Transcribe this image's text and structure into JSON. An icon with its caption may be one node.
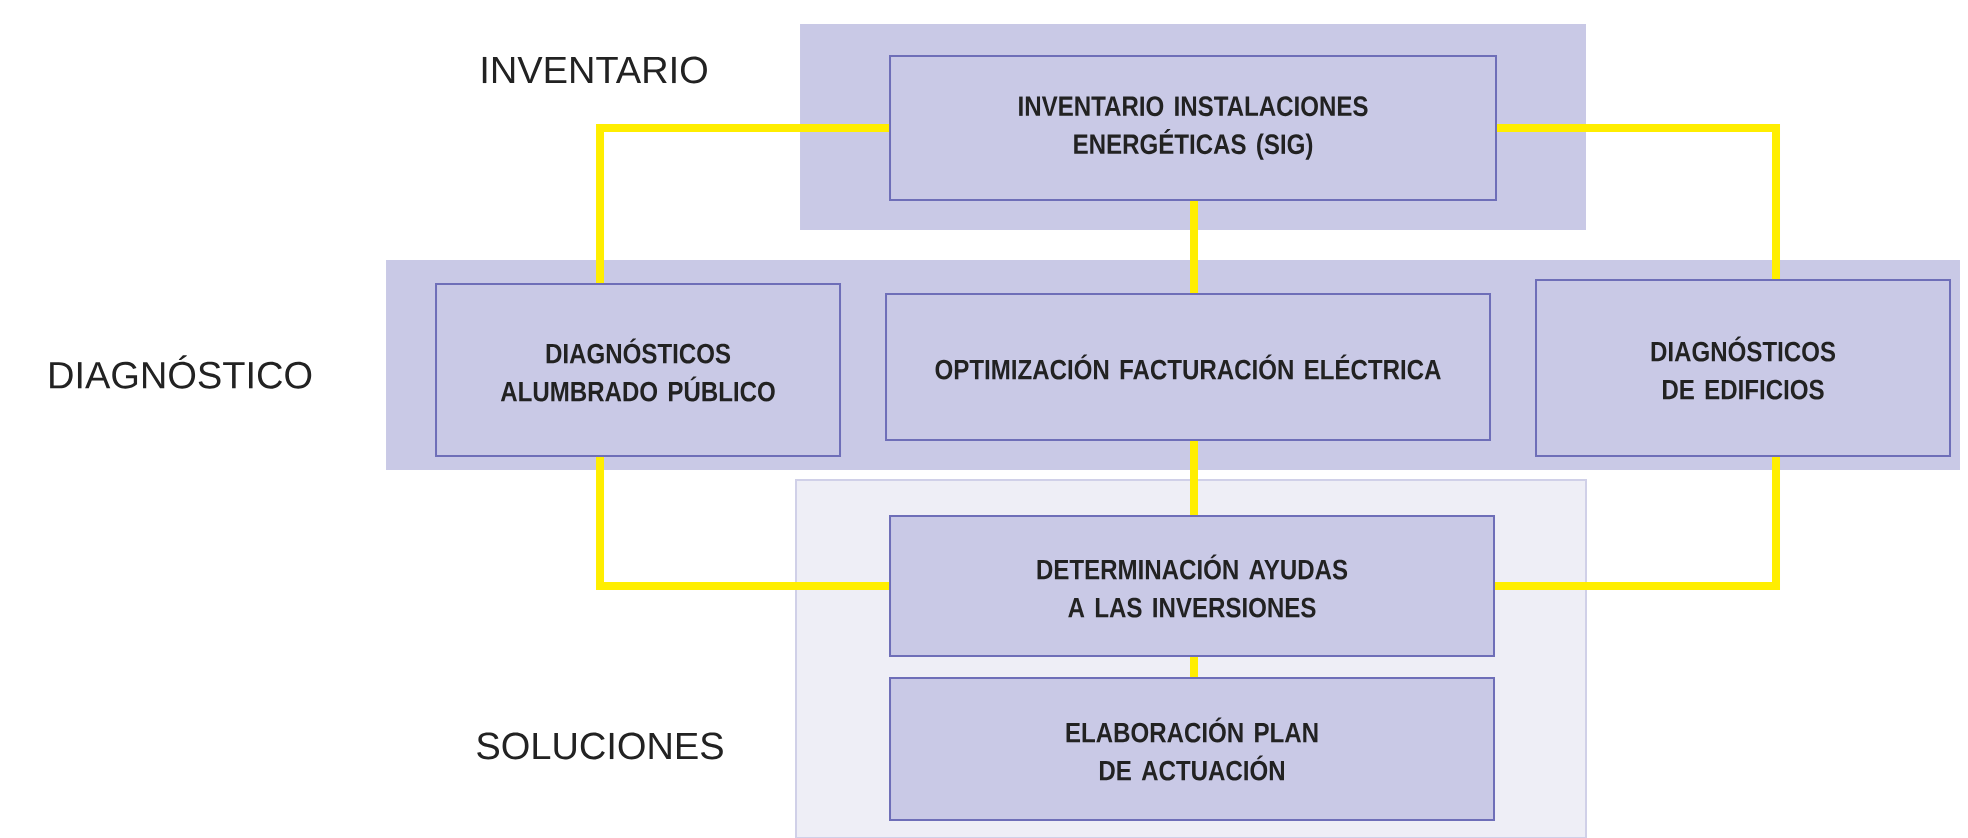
{
  "diagram": {
    "nodes": [
      {
        "text": [
          "INVENTARIO"
        ]
      },
      {
        "text": [
          "INVENTARIO INSTALACIONES ENERGÉTICAS (SIG)"
        ],
        "in": 0
      },
      {
        "text": [
          "DIAGNÓSTICO"
        ]
      },
      {
        "text": [
          "DIAGNÓSTICOS ALUMBRADO PÚBLICO"
        ],
        "in": 2
      },
      {
        "text": [
          "OPTIMIZACIÓN FACTURACIÓN ELÉCTRICA"
        ],
        "in": 2
      },
      {
        "text": [
          "DIAGNÓSTICOS DE EDIFICIOS"
        ],
        "in": 2
      },
      {
        "text": [
          "SOLUCIONES"
        ]
      },
      {
        "text": [
          "DETERMINACIÓN AYUDAS A LAS INVERSIONES"
        ],
        "in": 6
      },
      {
        "text": [
          "ELABORACIÓN PLAN DE ACTUACIÓN"
        ],
        "in": 6
      }
    ],
    "edges": [
      {
        "from": 1,
        "to": 3,
        "arrow": "none"
      },
      {
        "from": 1,
        "to": 4,
        "arrow": "none"
      },
      {
        "from": 1,
        "to": 5,
        "arrow": "none"
      },
      {
        "from": 3,
        "to": 7,
        "arrow": "none"
      },
      {
        "from": 4,
        "to": 7,
        "arrow": "none"
      },
      {
        "from": 5,
        "to": 7,
        "arrow": "none"
      },
      {
        "from": 7,
        "to": 8,
        "arrow": "none"
      }
    ]
  }
}
